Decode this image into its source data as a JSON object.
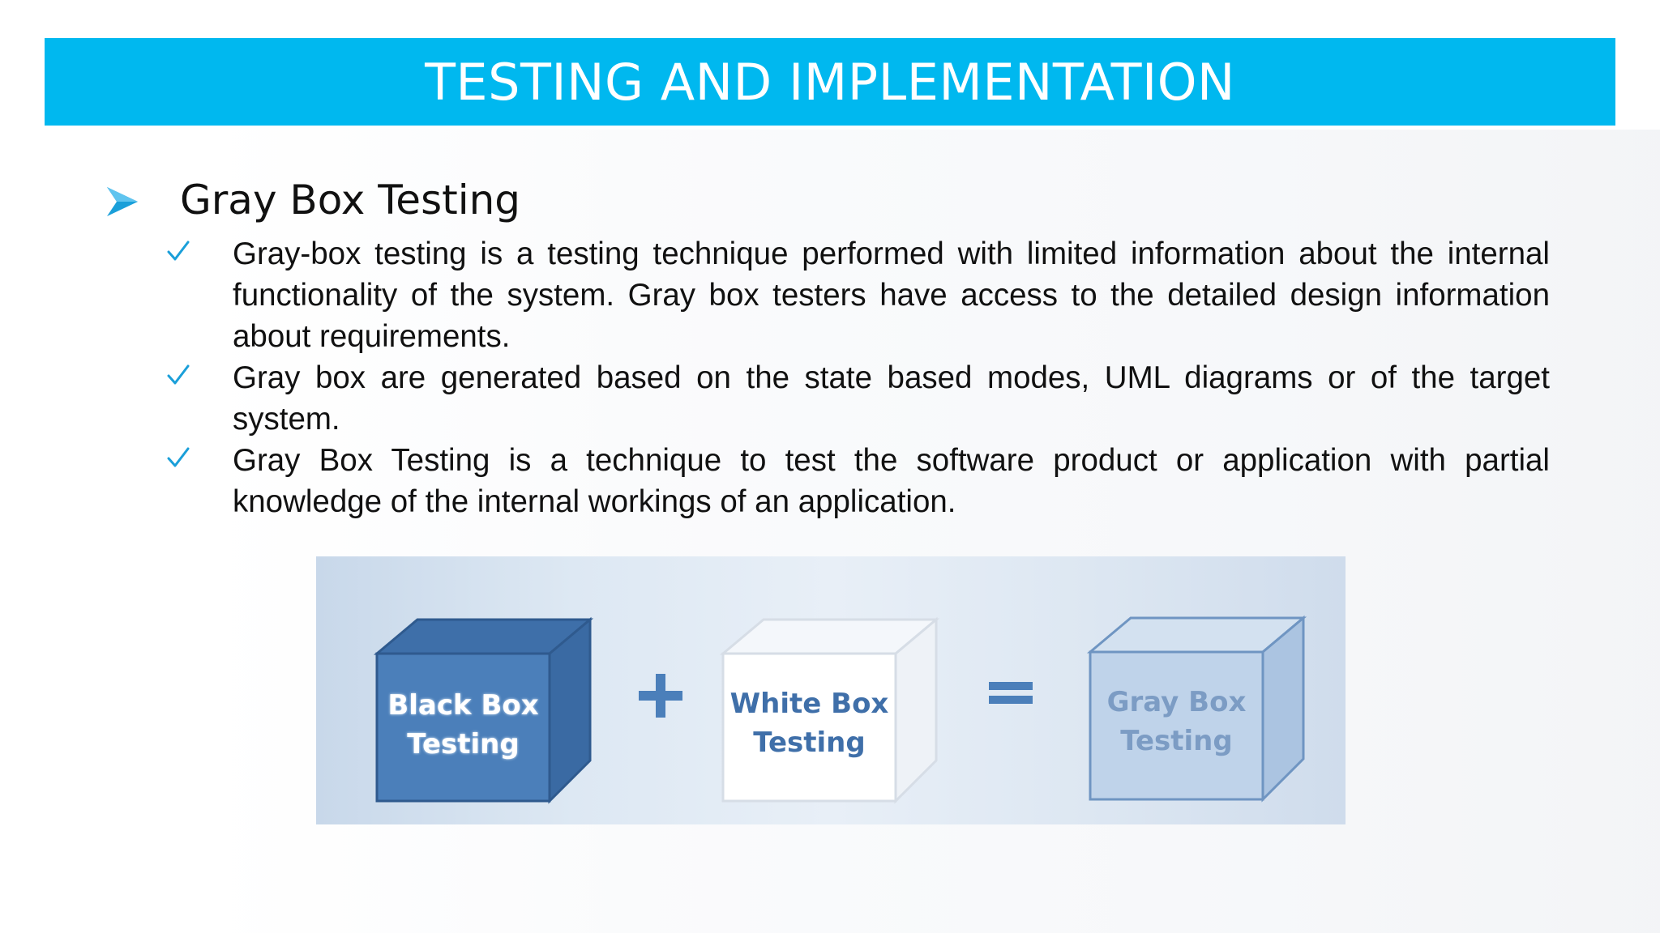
{
  "slide": {
    "title": "TESTING AND IMPLEMENTATION",
    "heading": "Gray Box Testing",
    "bullets": [
      "Gray-box testing is a testing technique performed with limited information about the internal functionality of the system. Gray box testers have access to the detailed design information about requirements.",
      "Gray box are generated based on the state based modes, UML diagrams or of the target system.",
      "Gray Box Testing is a technique to test the software product or application with partial knowledge of the internal workings of an application."
    ]
  },
  "figure": {
    "black_box_label": "Black Box\nTesting",
    "plus_symbol": "+",
    "white_box_label": "White Box\nTesting",
    "equals_symbol": "=",
    "gray_box_label": "Gray Box\nTesting"
  },
  "colors": {
    "title_bar": "#00b8ef",
    "bullet_icon": "#1a9fd9",
    "black_box": "#4b7fba",
    "gray_box": "#bfd3ea"
  },
  "icons": {
    "heading_bullet": "arrow-right-icon",
    "list_bullet": "checkmark-icon"
  }
}
